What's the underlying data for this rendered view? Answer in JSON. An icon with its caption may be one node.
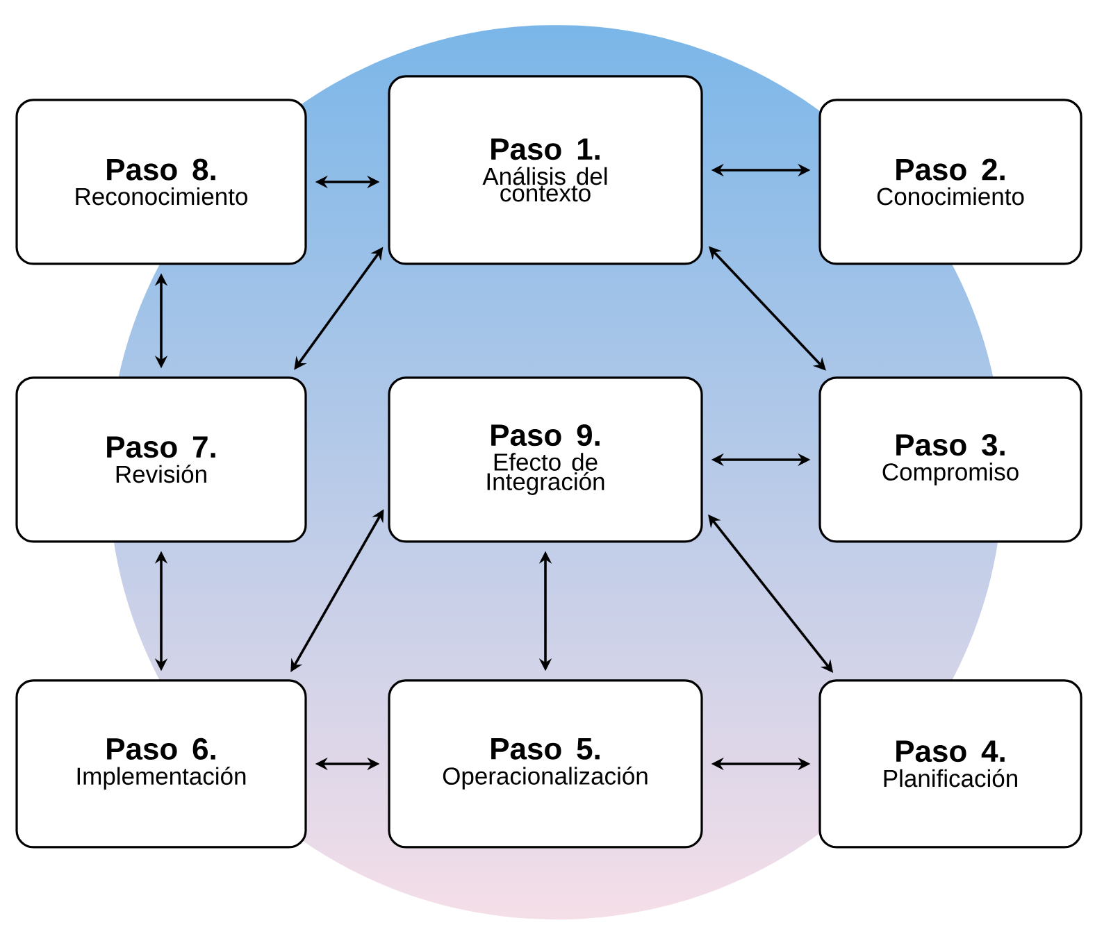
{
  "diagram": {
    "nodes": [
      {
        "text": [
          "Paso 8.",
          "Reconocimiento"
        ]
      },
      {
        "text": [
          "Paso 1.",
          "Análisis del contexto"
        ]
      },
      {
        "text": [
          "Paso 2.",
          "Conocimiento"
        ]
      },
      {
        "text": [
          "Paso 7.",
          "Revisión"
        ]
      },
      {
        "text": [
          "Paso 9.",
          "Efecto de Integración"
        ]
      },
      {
        "text": [
          "Paso 3.",
          "Compromiso"
        ]
      },
      {
        "text": [
          "Paso 6.",
          "Implementación"
        ]
      },
      {
        "text": [
          "Paso 5.",
          "Operacionalización"
        ]
      },
      {
        "text": [
          "Paso 4.",
          "Planificación"
        ]
      }
    ],
    "edges": [
      {
        "from": 0,
        "to": 1,
        "arrow": "both"
      },
      {
        "from": 1,
        "to": 2,
        "arrow": "both"
      },
      {
        "from": 0,
        "to": 3,
        "arrow": "both"
      },
      {
        "from": 1,
        "to": 3,
        "arrow": "both"
      },
      {
        "from": 1,
        "to": 5,
        "arrow": "both"
      },
      {
        "from": 4,
        "to": 5,
        "arrow": "both"
      },
      {
        "from": 3,
        "to": 6,
        "arrow": "both"
      },
      {
        "from": 4,
        "to": 6,
        "arrow": "both"
      },
      {
        "from": 4,
        "to": 7,
        "arrow": "both"
      },
      {
        "from": 4,
        "to": 8,
        "arrow": "both"
      },
      {
        "from": 6,
        "to": 7,
        "arrow": "both"
      },
      {
        "from": 7,
        "to": 8,
        "arrow": "both"
      }
    ]
  }
}
